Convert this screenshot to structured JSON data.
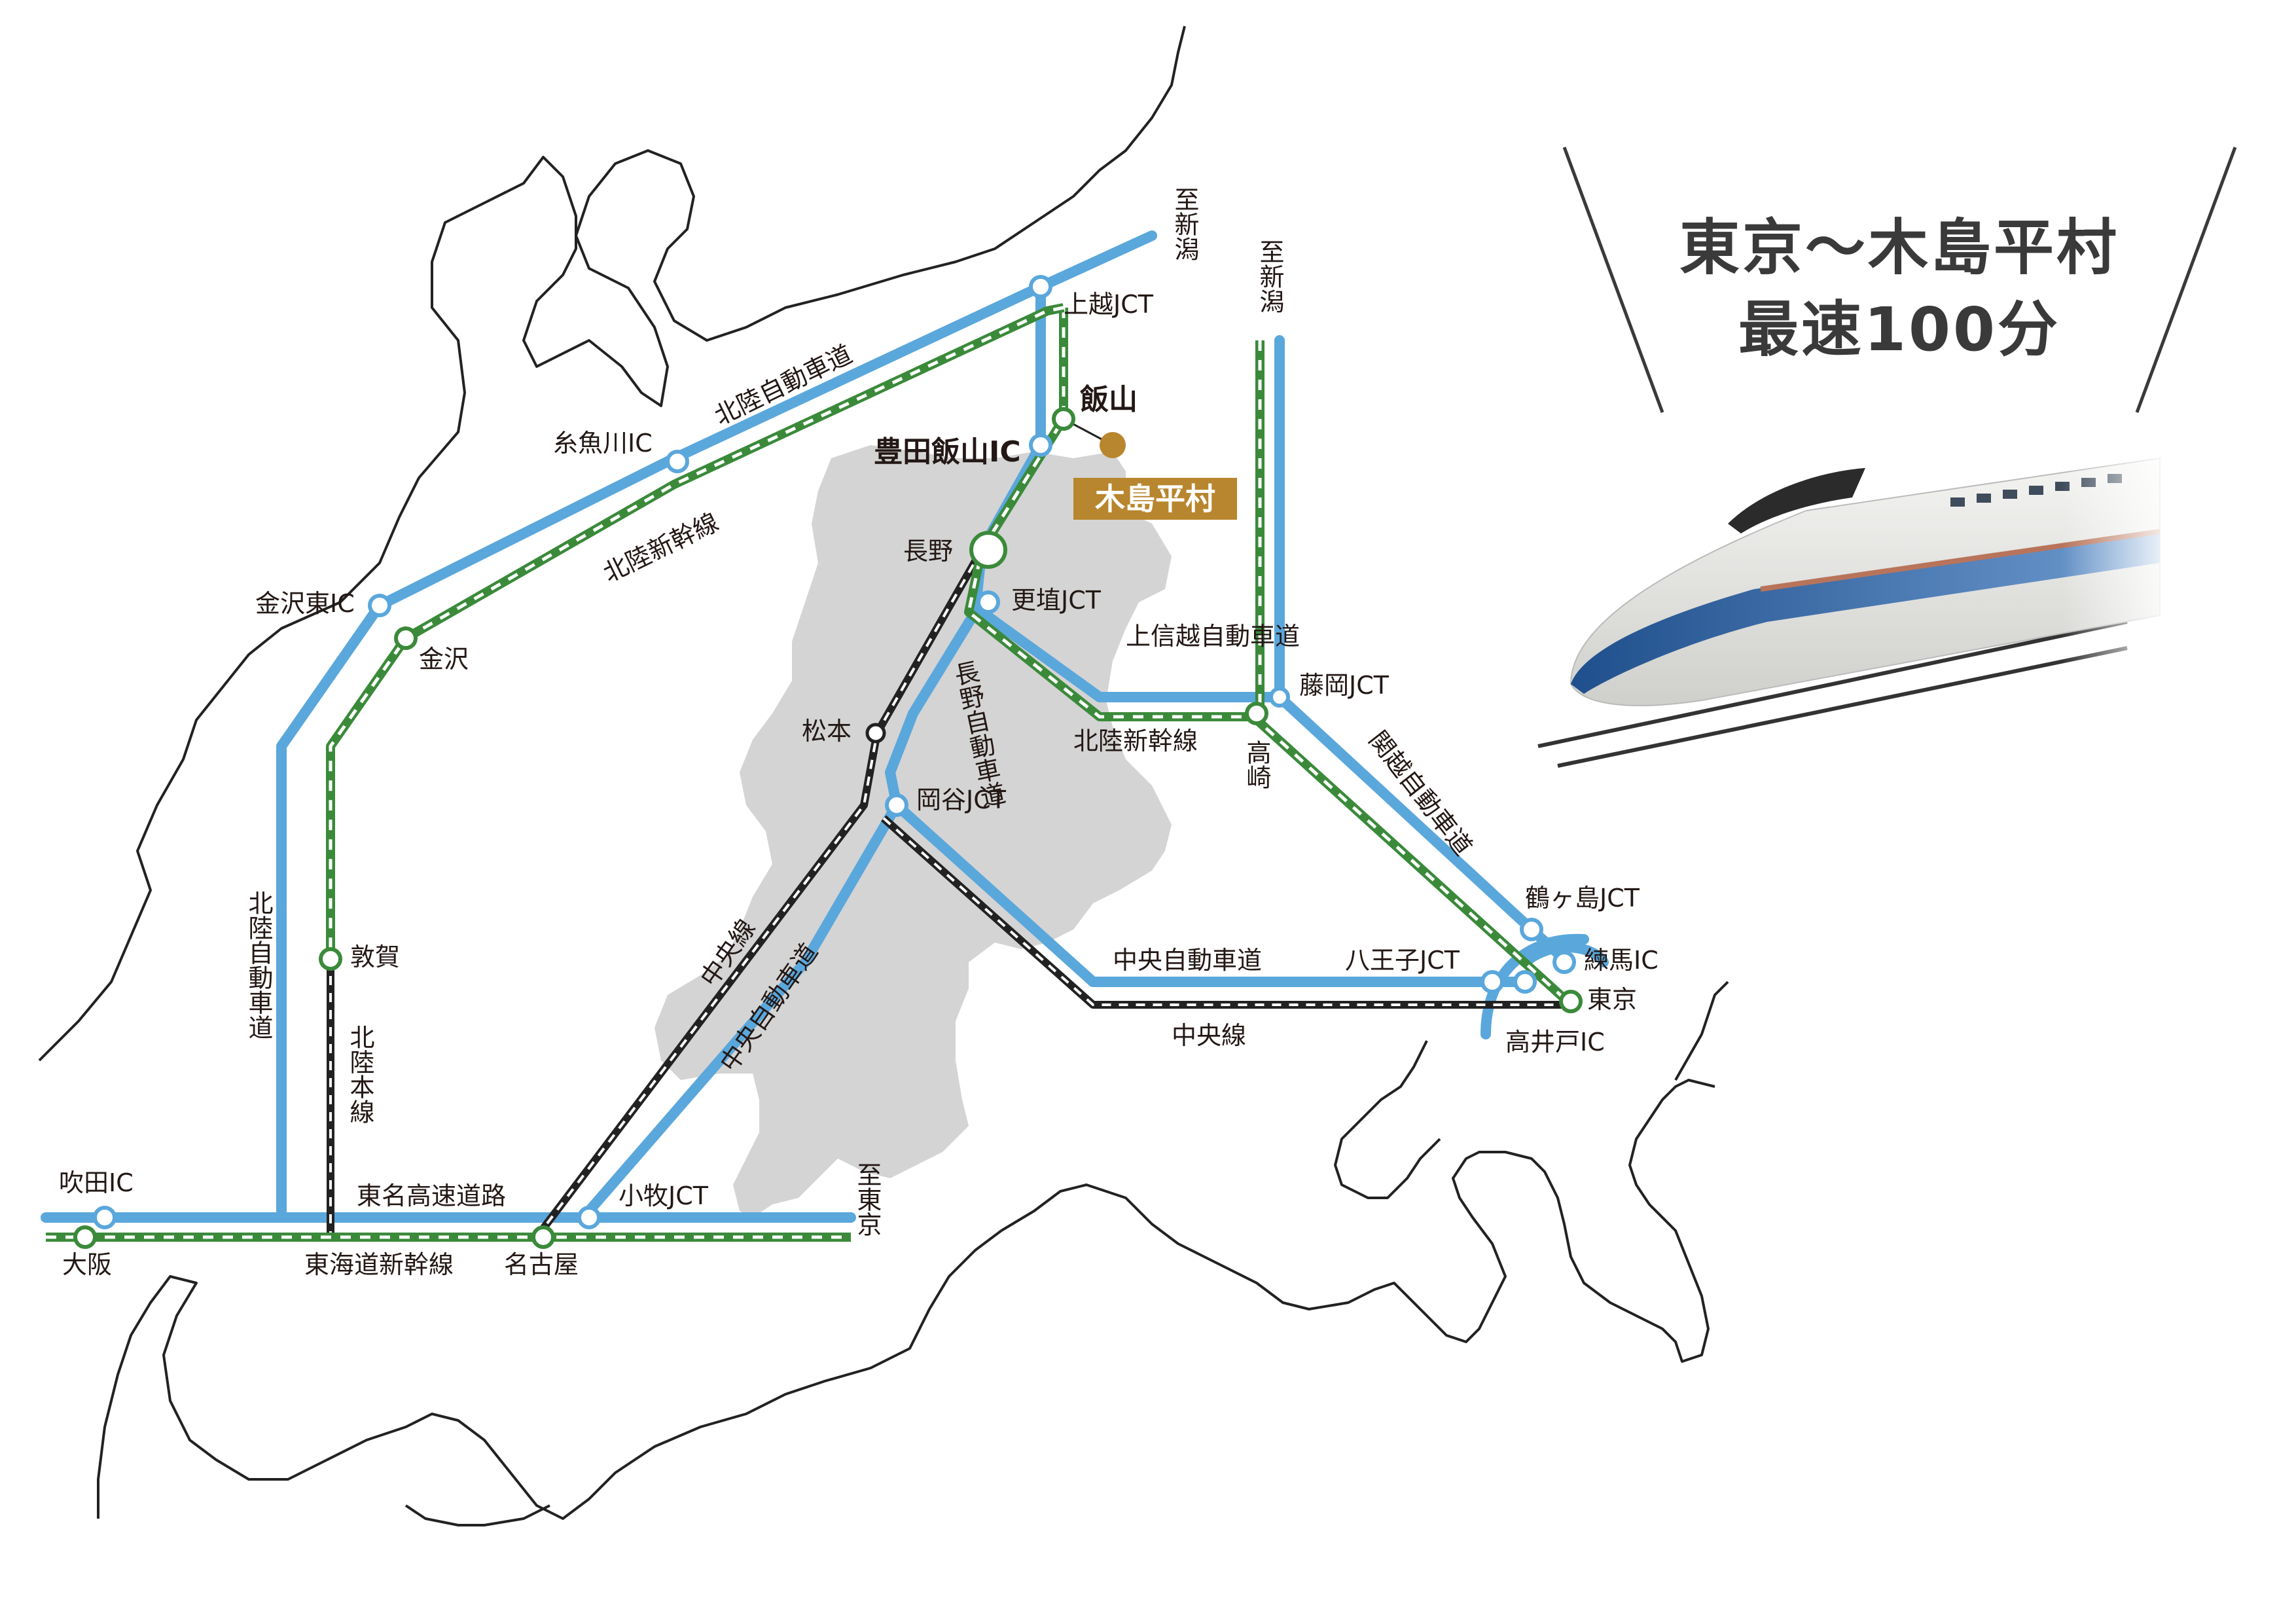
{
  "headline": {
    "line1": "東京〜木島平村",
    "line2": "最速100分"
  },
  "destination": {
    "label": "木島平村",
    "color": "#b8862e"
  },
  "colors": {
    "highway": "#5aa7dc",
    "shinkansen": "#3a8a3a",
    "rail": "#222222",
    "nagano": "#d4d4d4"
  },
  "directions": {
    "niigata_west": "至新潟",
    "niigata_east": "至新潟",
    "tokyo": "至東京"
  },
  "routes": {
    "hokuriku_expressway": "北陸自動車道",
    "hokuriku_shinkansen_west": "北陸新幹線",
    "hokuriku_shinkansen_east": "北陸新幹線",
    "hokuriku_expressway_vertical": "北陸自動車道",
    "hokuriku_main_line": "北陸本線",
    "joshinetsu_expressway": "上信越自動車道",
    "nagano_expressway": "長野自動車道",
    "kanetsu_expressway": "関越自動車道",
    "chuo_line_vertical": "中央線",
    "chuo_expressway_vertical": "中央自動車道",
    "chuo_expressway": "中央自動車道",
    "chuo_line": "中央線",
    "tomei_expressway": "東名高速道路",
    "tokaido_shinkansen": "東海道新幹線"
  },
  "stations": {
    "joetsu_jct": "上越JCT",
    "iiyama": "飯山",
    "toyota_iiyama_ic": "豊田飯山IC",
    "itoigawa_ic": "糸魚川IC",
    "kanazawa_higashi_ic": "金沢東IC",
    "kanazawa": "金沢",
    "nagano": "長野",
    "koshoku_jct": "更埴JCT",
    "fujioka_jct": "藤岡JCT",
    "takasaki": "高崎",
    "matsumoto": "松本",
    "okaya_jct": "岡谷JCT",
    "tsuruga": "敦賀",
    "tsurugashima_jct": "鶴ヶ島JCT",
    "nerima_ic": "練馬IC",
    "hachioji_jct": "八王子JCT",
    "tokyo": "東京",
    "takaido_ic": "高井戸IC",
    "suita_ic": "吹田IC",
    "osaka": "大阪",
    "nagoya": "名古屋",
    "komaki_jct": "小牧JCT"
  }
}
